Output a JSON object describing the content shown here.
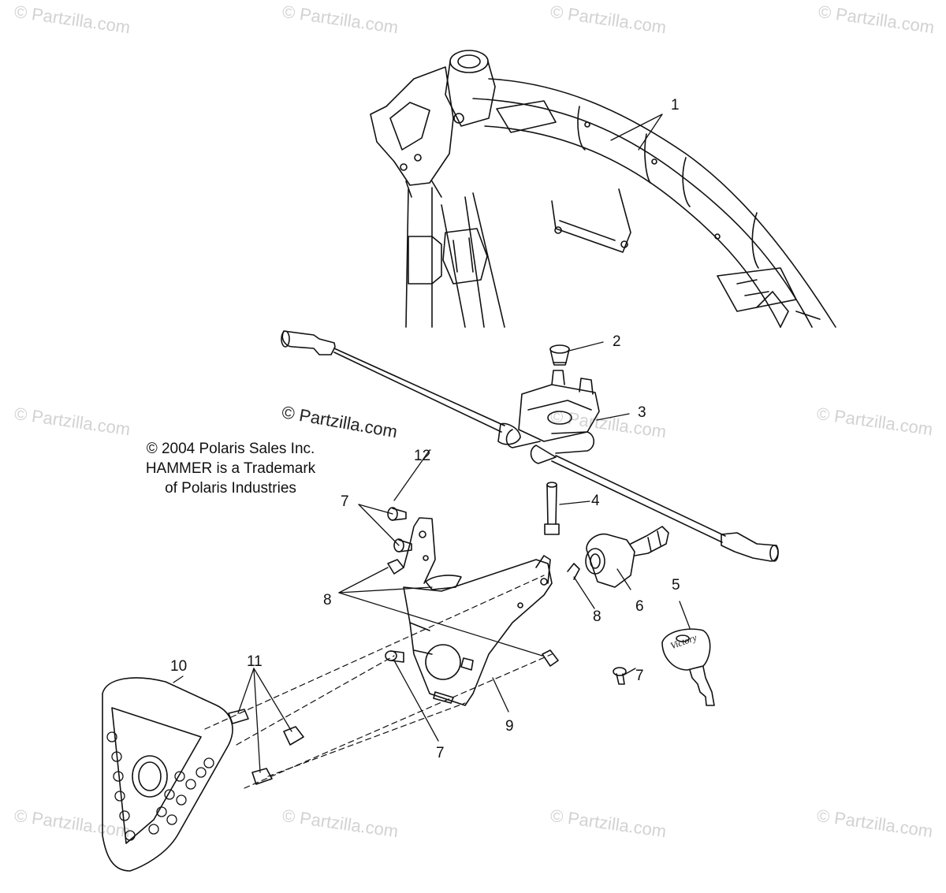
{
  "watermark": "© Partzilla.com",
  "center_watermark": "© Partzilla.com",
  "copyright": {
    "line1": "© 2004 Polaris Sales Inc.",
    "line2": "HAMMER is a Trademark",
    "line3": "of Polaris Industries"
  },
  "callouts": {
    "c1": "1",
    "c2": "2",
    "c3": "3",
    "c4": "4",
    "c5": "5",
    "c6": "6",
    "c7a": "7",
    "c7b": "7",
    "c7c": "7",
    "c8a": "8",
    "c8b": "8",
    "c9": "9",
    "c10": "10",
    "c11": "11",
    "c12": "12"
  },
  "key_brand": "Victory",
  "colors": {
    "line": "#111111",
    "watermark": "#d2d2d2"
  }
}
